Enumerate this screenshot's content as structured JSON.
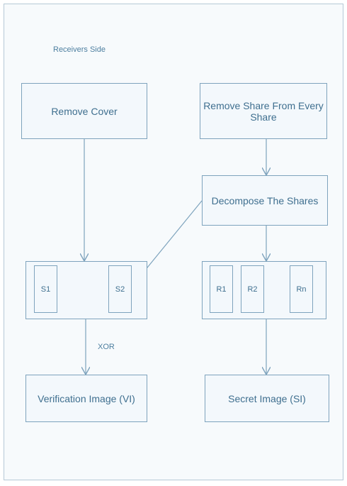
{
  "heading": "Receivers Side",
  "boxes": {
    "remove_cover": "Remove Cover",
    "remove_share": "Remove Share From Every Share",
    "decompose": "Decompose The Shares",
    "verification": "Verification Image (VI)",
    "secret": "Secret Image (SI)"
  },
  "shares_left": [
    "S1",
    "S2"
  ],
  "shares_right": [
    "R1",
    "R2",
    "Rn"
  ],
  "xor_label": "XOR"
}
